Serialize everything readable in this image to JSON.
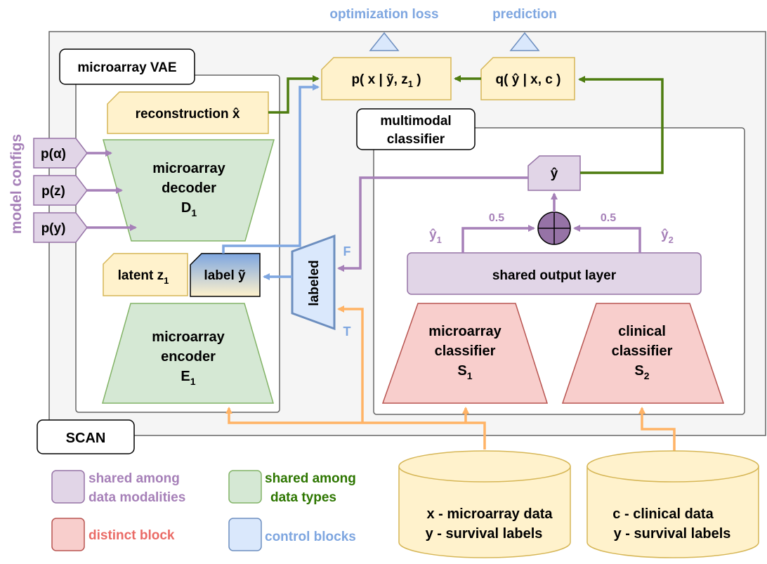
{
  "labels": {
    "optimization_loss": "optimization loss",
    "prediction": "prediction",
    "model_configs": "model configs",
    "scan": "SCAN",
    "microarray_vae": "microarray VAE",
    "multimodal_classifier": [
      "multimodal",
      "classifier"
    ],
    "reconstruction": "reconstruction x̂",
    "p_x": "p( x | ỹ, z",
    "p_x_sub": "1",
    "p_x_end": " )",
    "q_y": "q( ŷ | x, c )",
    "p_alpha": "p(α)",
    "p_z": "p(z)",
    "p_y": "p(y)",
    "decoder": [
      "microarray",
      "decoder",
      "D"
    ],
    "decoder_sub": "1",
    "encoder": [
      "microarray",
      "encoder",
      "E"
    ],
    "encoder_sub": "1",
    "latent": "latent z",
    "latent_sub": "1",
    "label_y": "label ỹ",
    "labeled": "labeled",
    "flag_false": "F",
    "flag_true": "T",
    "y_hat": "ŷ",
    "y_hat1": "ŷ",
    "y_hat1_sub": "1",
    "y_hat2": "ŷ",
    "y_hat2_sub": "2",
    "weight_left": "0.5",
    "weight_right": "0.5",
    "shared_output": "shared output layer",
    "microarray_classifier": [
      "microarray",
      "classifier",
      "S"
    ],
    "microarray_classifier_sub": "1",
    "clinical_classifier": [
      "clinical",
      "classifier",
      "S"
    ],
    "clinical_classifier_sub": "2",
    "db_microarray": [
      "x - microarray data",
      "y - survival labels"
    ],
    "db_clinical": [
      "c - clinical data",
      "y - survival labels"
    ]
  },
  "legend": [
    {
      "text": [
        "shared among",
        "data modalities"
      ],
      "fill": "#e1d5e7",
      "stroke": "#9673a6",
      "text_color": "#9673a6"
    },
    {
      "text": [
        "shared among",
        "data types"
      ],
      "fill": "#d5e8d4",
      "stroke": "#82b366",
      "text_color": "#2d7600"
    },
    {
      "text": [
        "distinct block"
      ],
      "fill": "#f8cecc",
      "stroke": "#b85450",
      "text_color": "#ea6b66"
    },
    {
      "text": [
        "control blocks"
      ],
      "fill": "#dae8fc",
      "stroke": "#6c8ebf",
      "text_color": "#7ea6e0"
    }
  ],
  "colors": {
    "purple": "#9673a6",
    "purple_fill": "#e1d5e7",
    "green_fill": "#d5e8d4",
    "green_stroke": "#82b366",
    "red_fill": "#f8cecc",
    "red_stroke": "#b85450",
    "blue_fill": "#dae8fc",
    "blue_stroke": "#6c8ebf",
    "blue_arrow": "#7ea6e0",
    "green_arrow": "#4d7c0f",
    "orange_arrow": "#ffb366",
    "yellow_fill": "#fff2cc",
    "yellow_stroke": "#d6b656"
  }
}
